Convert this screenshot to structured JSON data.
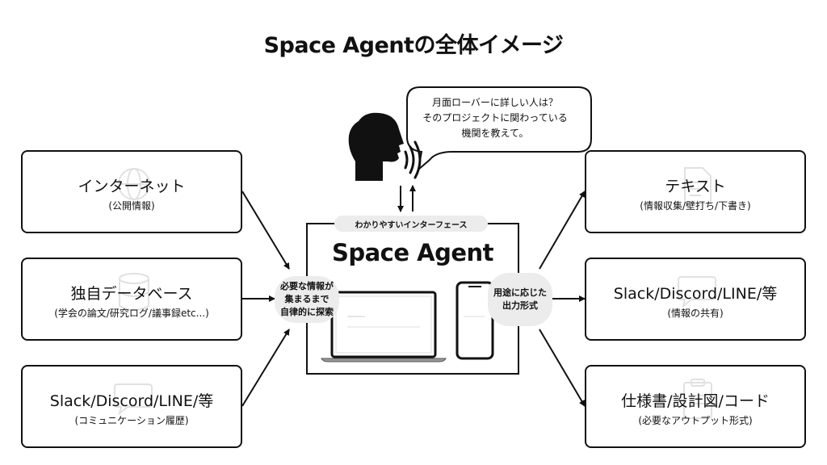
{
  "title": "Space Agentの全体イメージ",
  "speech_bubble": {
    "lines": [
      "月面ローバーに詳しい人は？",
      "そのプロジェクトに関わっている",
      "機関を教えて。"
    ]
  },
  "center": {
    "label": "わかりやすいインターフェース",
    "title": "Space Agent"
  },
  "input_pill": {
    "lines": [
      "必要な情報が",
      "集まるまで",
      "自律的に探索"
    ]
  },
  "output_pill": {
    "lines": [
      "用途に応じた",
      "出力形式"
    ]
  },
  "inputs": [
    {
      "title": "インターネット",
      "subtitle": "(公開情報)",
      "icon": "globe-icon"
    },
    {
      "title": "独自データベース",
      "subtitle": "(学会の論文/研究ログ/議事録etc...)",
      "icon": "database-icon"
    },
    {
      "title": "Slack/Discord/LINE/等",
      "subtitle": "(コミュニケーション履歴)",
      "icon": "chat-icon"
    }
  ],
  "outputs": [
    {
      "title": "テキスト",
      "subtitle": "(情報収集/壁打ち/下書き)",
      "icon": "document-icon"
    },
    {
      "title": "Slack/Discord/LINE/等",
      "subtitle": "(情報の共有)",
      "icon": "chat-icon"
    },
    {
      "title": "仕様書/設計図/コード",
      "subtitle": "(必要なアウトプット形式)",
      "icon": "clipboard-icon"
    }
  ],
  "colors": {
    "line": "#111111",
    "pill": "#ececec",
    "background": "#ffffff"
  }
}
